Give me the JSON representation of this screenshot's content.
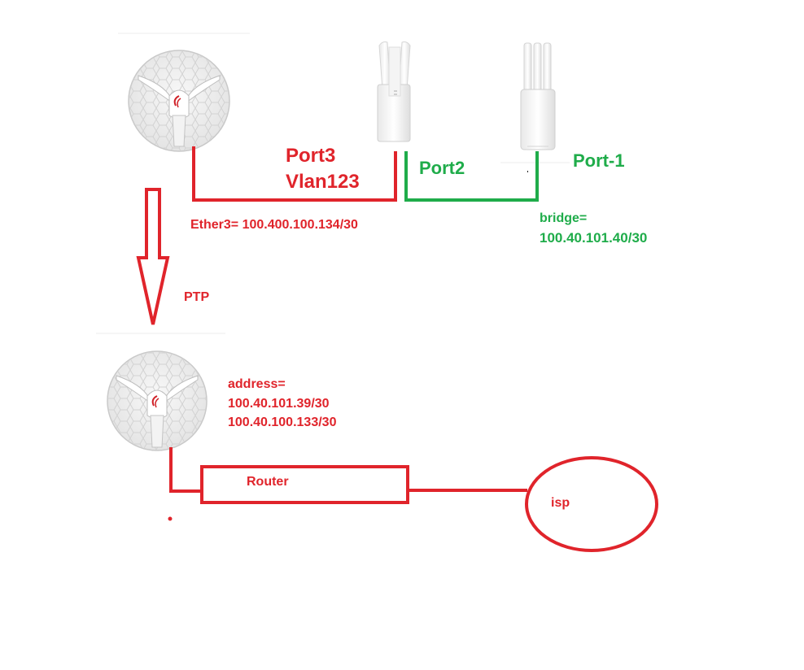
{
  "colors": {
    "red": "#e0242b",
    "green": "#1fac4a"
  },
  "labels": {
    "port3": "Port3",
    "vlan": "Vlan123",
    "port2": "Port2",
    "port1": "Port-1",
    "ether3": "Ether3= 100.400.100.134/30",
    "bridge_label": "bridge=",
    "bridge_addr": "100.40.101.40/30",
    "ptp": "PTP",
    "address_label": "address=",
    "address_1": "100.40.101.39/30",
    "address_2": "100.40.100.133/30",
    "router": "Router",
    "isp": "isp"
  },
  "devices": [
    {
      "name": "dish-antenna-top-icon",
      "type": "dish"
    },
    {
      "name": "sector-antenna-middle-icon",
      "type": "omni-single"
    },
    {
      "name": "sector-antenna-right-icon",
      "type": "omni-dual"
    },
    {
      "name": "dish-antenna-bottom-icon",
      "type": "dish"
    }
  ]
}
